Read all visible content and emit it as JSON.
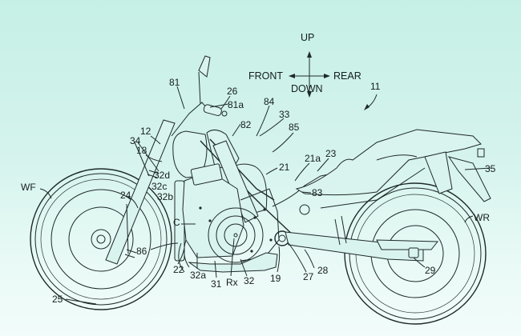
{
  "figure": {
    "orientation": {
      "up": "UP",
      "down": "DOWN",
      "front": "FRONT",
      "rear": "REAR"
    },
    "labels": {
      "l11": "11",
      "l12": "12",
      "l18": "18",
      "l19": "19",
      "l21": "21",
      "l21a": "21a",
      "l22": "22",
      "l23": "23",
      "l24": "24",
      "l25": "25",
      "l26": "26",
      "l27": "27",
      "l28": "28",
      "l29": "29",
      "l31": "31",
      "l32": "32",
      "l32a": "32a",
      "l32b": "32b",
      "l32c": "32c",
      "l32d": "32d",
      "l33": "33",
      "l34": "34",
      "l35": "35",
      "l81": "81",
      "l81a": "81a",
      "l82": "82",
      "l83": "83",
      "l84": "84",
      "l85": "85",
      "l86": "86",
      "lC": "C",
      "lRx": "Rx",
      "lWF": "WF",
      "lWR": "WR"
    },
    "colors": {
      "line": "#1e2a2a",
      "background_top": "#c6f0e6",
      "background_bottom": "#f2fcfa"
    }
  }
}
